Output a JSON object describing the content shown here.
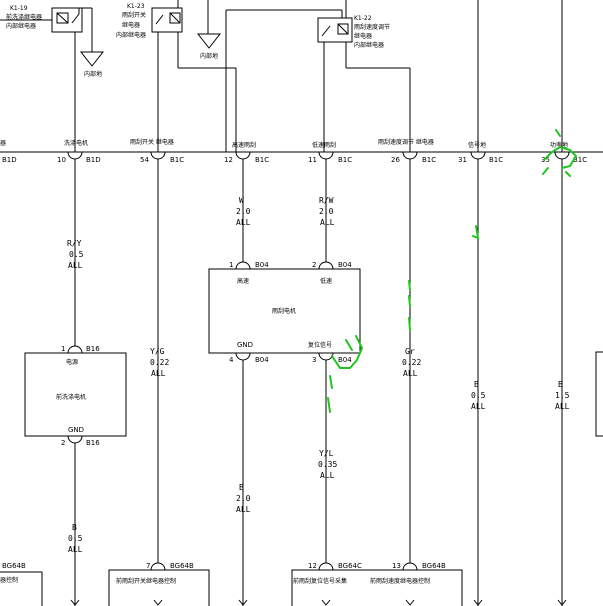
{
  "relays": {
    "k119": {
      "id": "K1-19",
      "name1": "前洗涤继电器",
      "name2": "内部继电器"
    },
    "k123": {
      "id": "K1-23",
      "name1": "雨刮开关",
      "name2": "继电器",
      "name3": "内部继电器"
    },
    "k122": {
      "id": "K1-22",
      "name1": "雨刮速度调节",
      "name2": "继电器",
      "name3": "内部继电器"
    }
  },
  "grounds": {
    "g1": "内部地",
    "g2": "内部地"
  },
  "connector_row": {
    "far_left_pin": "B1D",
    "pins": [
      {
        "label": "洗涤电机",
        "num": "10",
        "conn": "B1D"
      },
      {
        "label": "雨刮开关 继电器",
        "num": "54",
        "conn": "B1C"
      },
      {
        "label": "高速雨刮",
        "num": "12",
        "conn": "B1C"
      },
      {
        "label": "低速雨刮",
        "num": "11",
        "conn": "B1C"
      },
      {
        "label": "雨刮速度调节 继电器",
        "num": "26",
        "conn": "B1C"
      },
      {
        "label": "信号地",
        "num": "31",
        "conn": "B1C"
      },
      {
        "label": "功率地",
        "num": "35",
        "conn": "B1C"
      }
    ],
    "left_partial": "器"
  },
  "wires": {
    "w1": {
      "color": "R/Y",
      "gauge": "0.5",
      "opt": "ALL"
    },
    "w2": {
      "color": "Y/G",
      "gauge": "0.22",
      "opt": "ALL"
    },
    "w3": {
      "color": "W",
      "gauge": "2.0",
      "opt": "ALL"
    },
    "w4": {
      "color": "R/W",
      "gauge": "2.0",
      "opt": "ALL"
    },
    "w5": {
      "color": "Gr",
      "gauge": "0.22",
      "opt": "ALL"
    },
    "w6": {
      "color": "B",
      "gauge": "0.5",
      "opt": "ALL"
    },
    "w7": {
      "color": "B",
      "gauge": "1.5",
      "opt": "ALL"
    },
    "w8": {
      "color": "B",
      "gauge": "2.0",
      "opt": "ALL"
    },
    "w9": {
      "color": "Y/L",
      "gauge": "0.35",
      "opt": "ALL"
    },
    "w10": {
      "color": "B",
      "gauge": "0.5",
      "opt": "ALL"
    }
  },
  "wiper_motor": {
    "name": "雨刮电机",
    "pin1": {
      "num": "1",
      "conn": "B04",
      "label": "高速"
    },
    "pin2": {
      "num": "2",
      "conn": "B04",
      "label": "低速"
    },
    "pin3": {
      "num": "3",
      "conn": "B04",
      "label": "复位信号"
    },
    "pin4": {
      "num": "4",
      "conn": "B04",
      "label": "GND"
    }
  },
  "washer_motor": {
    "name": "前洗涤电机",
    "pin1": {
      "num": "1",
      "conn": "B16",
      "label": "电源"
    },
    "pin2": {
      "num": "2",
      "conn": "B16",
      "label": "GND"
    }
  },
  "bottom": {
    "left": {
      "conn": "BG64B",
      "label": "器控制"
    },
    "b1": {
      "num": "7",
      "conn": "BG64B",
      "label": "前雨刮开关继电器控制"
    },
    "b2": {
      "num": "12",
      "conn": "BG64C",
      "label": "前雨刮复位信号采集"
    },
    "b3": {
      "num": "13",
      "conn": "BG64B",
      "label": "前雨刮速度继电器控制"
    }
  }
}
